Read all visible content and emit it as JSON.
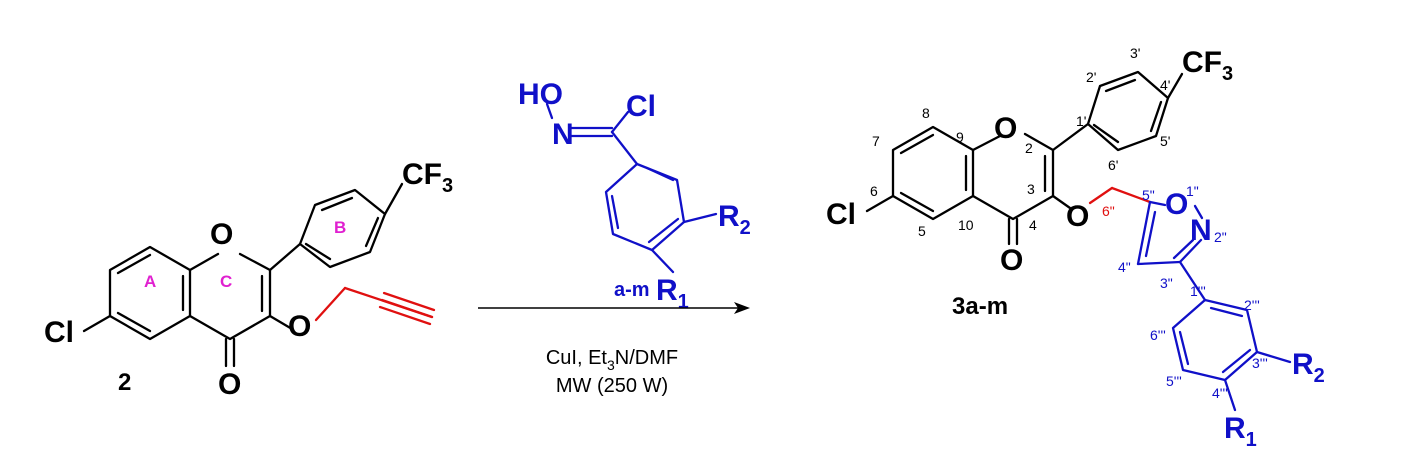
{
  "scheme": {
    "reactant": {
      "label": "2",
      "ring_labels": {
        "a": "A",
        "b": "B",
        "c": "C"
      },
      "atoms": {
        "cl": "Cl",
        "o_ring": "O",
        "o_keto": "O",
        "o_ether": "O",
        "cf3_main": "CF",
        "cf3_sub": "3"
      }
    },
    "reagent": {
      "label": "a-m",
      "atoms": {
        "ho": "HO",
        "n": "N",
        "cl": "Cl",
        "r2_main": "R",
        "r2_sub": "2",
        "r1_main": "R",
        "r1_sub": "1"
      }
    },
    "conditions": {
      "line1_prefix": "CuI, Et",
      "line1_sub": "3",
      "line1_suffix": "N/DMF",
      "line2": "MW (250 W)"
    },
    "product": {
      "label": "3a-m",
      "atoms": {
        "cl": "Cl",
        "o_ring": "O",
        "o_keto": "O",
        "o_ether": "O",
        "cf3_main": "CF",
        "cf3_sub": "3",
        "o_isox": "O",
        "n_isox": "N",
        "r2_main": "R",
        "r2_sub": "2",
        "r1_main": "R",
        "r1_sub": "1"
      },
      "numbering": {
        "n2": "2",
        "n3": "3",
        "n4": "4",
        "n5": "5",
        "n6": "6",
        "n7": "7",
        "n8": "8",
        "n9": "9",
        "n10": "10",
        "n1p": "1'",
        "n2p": "2'",
        "n3p": "3'",
        "n4p": "4'",
        "n5p": "5'",
        "n6p": "6'",
        "n1pp": "1\"",
        "n2pp": "2\"",
        "n3pp": "3\"",
        "n4pp": "4\"",
        "n5pp": "5\"",
        "n6pp": "6\"",
        "n1ppp": "1'''",
        "n2ppp": "2'''",
        "n3ppp": "3'''",
        "n4ppp": "4'''",
        "n5ppp": "5'''",
        "n6ppp": "6'''"
      }
    }
  }
}
